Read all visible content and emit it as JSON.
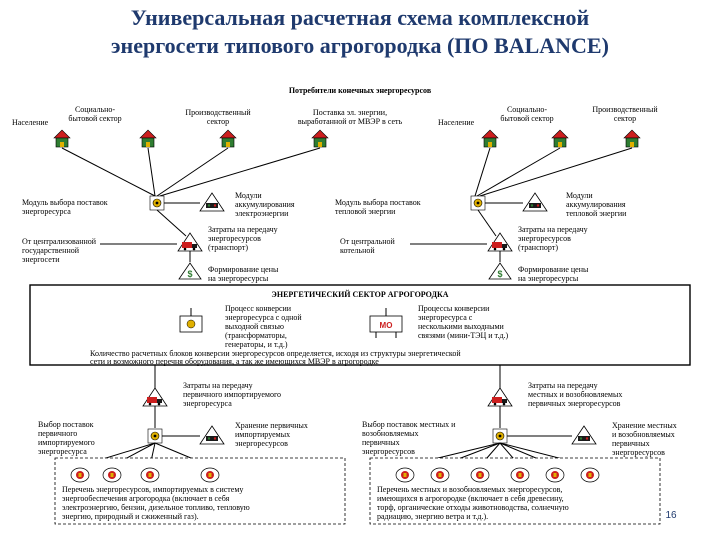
{
  "slide": {
    "title_line1": "Универсальная расчетная схема комплексной",
    "title_line2": "энергосети типового агрогородка (ПО BALANCE)",
    "page_number": "16"
  },
  "top": {
    "header": "Потребители конечных энергоресурсов",
    "consumers_left": [
      "Население",
      "Социально-",
      "бытовой сектор",
      "Производственный",
      "сектор",
      "Поставка эл. энергии,",
      "выработанной от МВЭР в сеть"
    ],
    "consumers_right": [
      "Население",
      "Социально-",
      "бытовой сектор",
      "Производственный",
      "сектор"
    ]
  },
  "left_branch": {
    "selection_module": [
      "Модуль выбора поставок",
      "энергоресурса"
    ],
    "storage_module": [
      "Модули",
      "аккумулирования",
      "электроэнергии"
    ],
    "central_source": [
      "От централизованной",
      "государственной",
      "энергосети"
    ],
    "transport_costs": [
      "Затраты на передачу",
      "энергоресурсов",
      "(транспорт)"
    ],
    "price_formation": [
      "Формирование цены",
      "на энергоресурсы"
    ]
  },
  "right_branch": {
    "selection_module": [
      "Модуль выбора поставок",
      "тепловой энергии"
    ],
    "storage_module": [
      "Модули",
      "аккумулирования",
      "тепловой энергии"
    ],
    "central_source": [
      "От центральной",
      "котельной"
    ],
    "transport_costs": [
      "Затраты на передачу",
      "энергоресурсов",
      "(транспорт)"
    ],
    "price_formation": [
      "Формирование цены",
      "на энергоресурсы"
    ]
  },
  "sector": {
    "title": "ЭНЕРГЕТИЧЕСКИЙ СЕКТОР АГРОГОРОДКА",
    "process_single": [
      "Процесс конверсии",
      "энергоресурса с одной",
      "выходной связью",
      "(трансформаторы,",
      "генераторы, и т.д.)"
    ],
    "process_multi": [
      "Процессы конверсии",
      "энергоресурса с",
      "несколькими выходными",
      "связями (мини-ТЭЦ и т.д.)"
    ],
    "mo_label": "МО",
    "note_line1": "Количество расчетных блоков конверсии энергоресурсов определяется, исходя из структуры энергетической",
    "note_line2": "сети и возможного перечня оборудования, а так же имеющихся МВЭР в агрогородке"
  },
  "bottom_left": {
    "transfer_costs": [
      "Затраты на передачу",
      "первичного импортируемого",
      "энергоресурса"
    ],
    "selection": [
      "Выбор поставок",
      "первичного",
      "импортируемого",
      "энергоресурса"
    ],
    "storage": [
      "Хранение первичных",
      "импортируемых",
      "энергоресурсов"
    ],
    "list_text": [
      "Перечень энергоресурсов, импортируемых в систему",
      "энергообеспечения агрогородка (включает в себя",
      "электроэнергию, бензин, дизельное топливо, тепловую",
      "энергию, природный и сжиженный газ)."
    ]
  },
  "bottom_right": {
    "transfer_costs": [
      "Затраты на передачу",
      "местных и возобновляемых",
      "первичных энергоресурсов"
    ],
    "selection": [
      "Выбор поставок местных и",
      "возобновляемых",
      "первичных",
      "энергоресурсов"
    ],
    "storage": [
      "Хранение местных",
      "и возобновляемых",
      "первичных",
      "энергоресурсов"
    ],
    "list_text": [
      "Перечень местных и возобновляемых энергоресурсов,",
      "имеющихся в агрогородке (включает в себя древесину,",
      "торф, органические отходы животноводства, солнечную",
      "радиацию, энергию ветра и т.д.)."
    ]
  },
  "colors": {
    "title": "#1f3a6e",
    "house_red": "#cc1f1f",
    "house_green": "#2f7d32",
    "icon_dark": "#1a1a1a",
    "gear_yellow": "#e0b000"
  }
}
